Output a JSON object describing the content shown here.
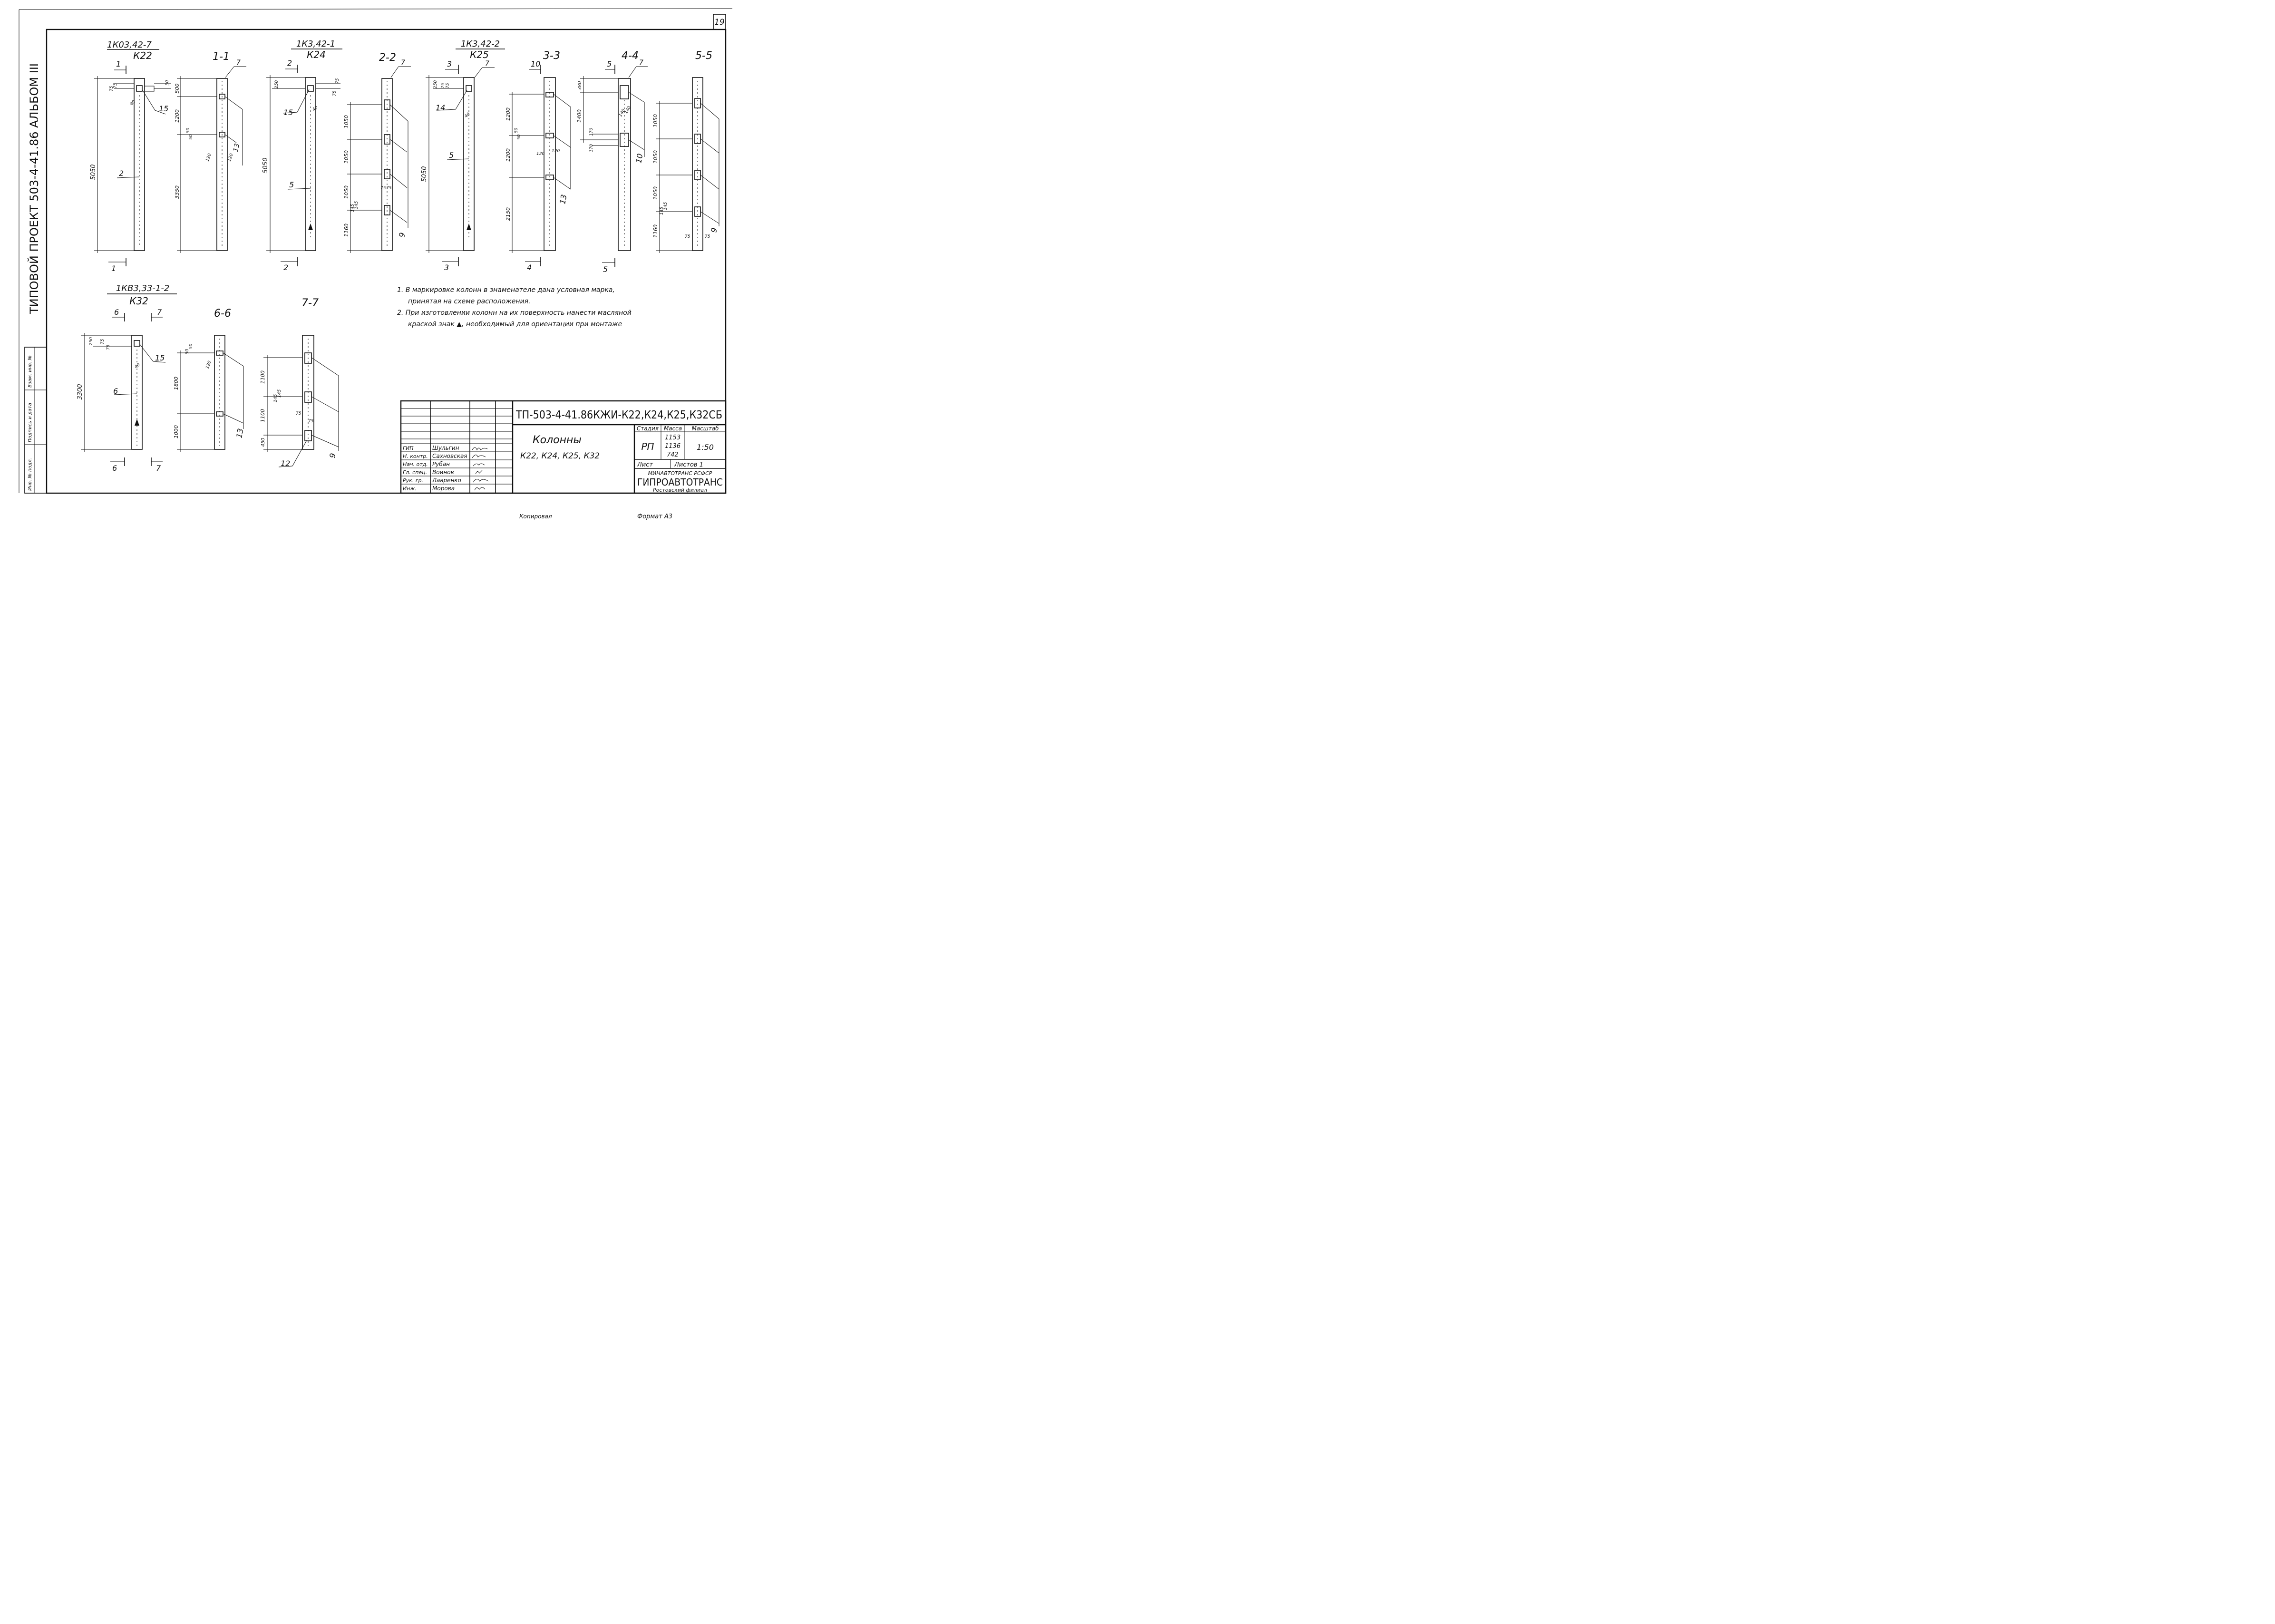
{
  "sheet_number": "19",
  "vertical_title": "ТИПОВОЙ  ПРОЕКТ  503-4-41.86  АЛЬБОМ III",
  "side_stamp": [
    "Инв. № подл.",
    "Подпись и дата",
    "Взам. инв. №"
  ],
  "columns": [
    {
      "mark_top": "1К03,42-7",
      "mark_bottom": "К22",
      "cut": "1",
      "height": "5050",
      "dims": [
        "75",
        "75",
        "50",
        "40"
      ],
      "callouts": [
        "15",
        "2"
      ]
    },
    {
      "mark_top": "1К3,42-1",
      "mark_bottom": "К24",
      "cut": "2",
      "height": "5050",
      "dims": [
        "250",
        "75",
        "75",
        "40"
      ],
      "callouts": [
        "15",
        "5"
      ]
    },
    {
      "mark_top": "1К3,42-2",
      "mark_bottom": "К25",
      "cut": "3",
      "height": "5050",
      "dims": [
        "250",
        "75",
        "75",
        "40"
      ],
      "callouts": [
        "14",
        "5"
      ]
    },
    {
      "mark_top": "1КВ3,33-1-2",
      "mark_bottom": "К32",
      "cut": "6",
      "cut2": "7",
      "height": "3300",
      "dims": [
        "250",
        "75",
        "75",
        "40"
      ],
      "callouts": [
        "15",
        "6"
      ]
    }
  ],
  "sections": [
    {
      "title": "1-1",
      "pos": "7",
      "dims": [
        "500",
        "1200",
        "3350",
        "50",
        "50",
        "120",
        "120"
      ],
      "callouts": [
        "1",
        "13"
      ]
    },
    {
      "title": "2-2",
      "pos": "7",
      "dims": [
        "1050",
        "1050",
        "1050",
        "1160",
        "75",
        "75",
        "145",
        "145"
      ],
      "callouts": [
        "9"
      ]
    },
    {
      "title": "3-3",
      "dims": [
        "1200",
        "1200",
        "2150",
        "50",
        "50",
        "120",
        "120"
      ],
      "callouts": [
        "13"
      ]
    },
    {
      "title": "4-4",
      "pos": "7",
      "dims": [
        "380",
        "1400",
        "170",
        "170",
        "140",
        "140"
      ],
      "callouts": [
        "10"
      ]
    },
    {
      "title": "5-5",
      "dims": [
        "1050",
        "1050",
        "1050",
        "1160",
        "145",
        "145",
        "75",
        "75"
      ],
      "callouts": [
        "9"
      ]
    },
    {
      "title": "6-6",
      "dims": [
        "50",
        "50",
        "1800",
        "1000",
        "120"
      ],
      "callouts": [
        "13"
      ]
    },
    {
      "title": "7-7",
      "dims": [
        "1100",
        "1100",
        "450",
        "145",
        "145",
        "75",
        "75"
      ],
      "callouts": [
        "9",
        "12"
      ]
    }
  ],
  "notes": [
    "1. В маркировке колонн в знаменателе дана условная марка,",
    "принятая на схеме расположения.",
    "2. При изготовлении колонн на их поверхность нанести масляной",
    "краской знак ▲, необходимый для ориентации при монтаже"
  ],
  "title_block": {
    "code": "ТП-503-4-41.86КЖИ-К22,К24,К25,К32СБ",
    "name_line1": "Колонны",
    "name_line2": "К22, К24, К25, К32",
    "stage_header": "Стадия",
    "mass_header": "Масса",
    "scale_header": "Масштаб",
    "stage": "РП",
    "mass": [
      "1153",
      "1136",
      "742"
    ],
    "scale": "1:50",
    "sheet_label": "Лист",
    "sheets_label": "Листов 1",
    "org_line1": "МИНАВТОТРАНС РСФСР",
    "org_line2": "ГИПРОАВТОТРАНС",
    "org_line3": "Ростовский филиал",
    "staff": [
      {
        "role": "ГИП",
        "name": "Шульгин"
      },
      {
        "role": "Н. контр.",
        "name": "Сахновская"
      },
      {
        "role": "Нач. отд.",
        "name": "Рубан"
      },
      {
        "role": "Гл. спец.",
        "name": "Воинов"
      },
      {
        "role": "Рук. гр.",
        "name": "Лавренко"
      },
      {
        "role": "Инж.",
        "name": "Морова"
      }
    ]
  },
  "footer": {
    "copied": "Копировал",
    "format": "Формат  А3"
  }
}
